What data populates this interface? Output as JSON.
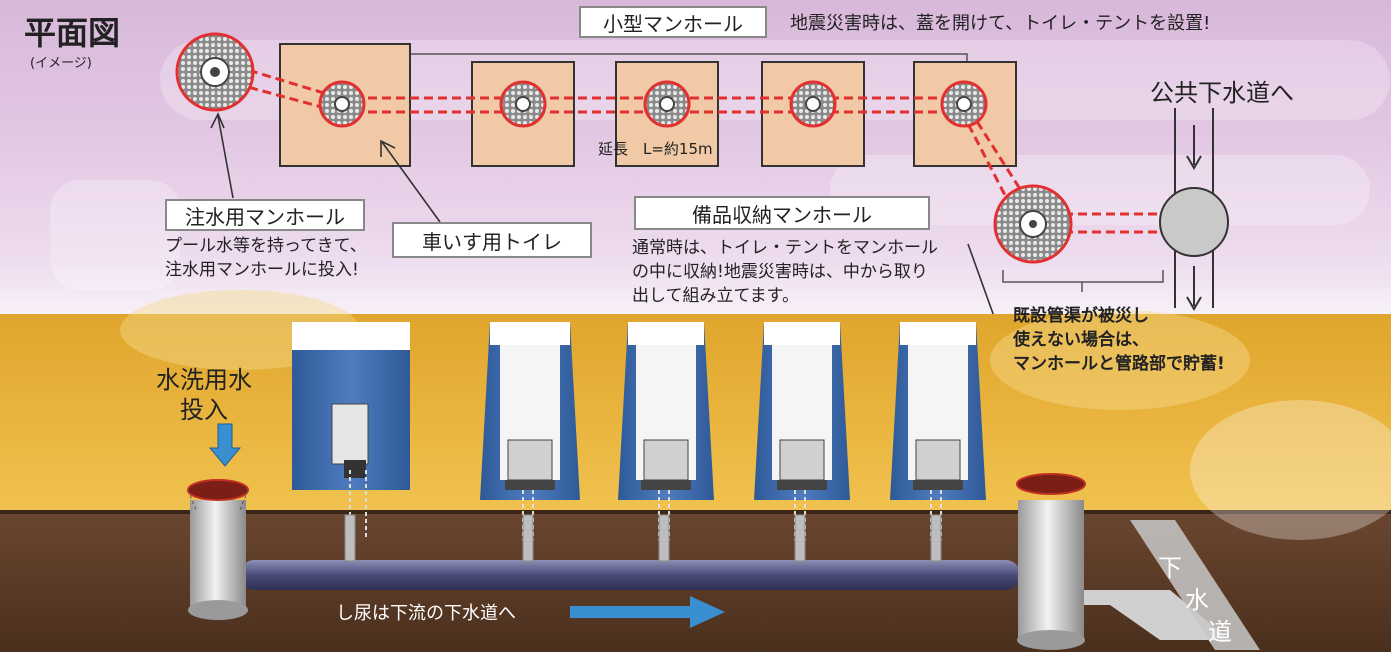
{
  "plan": {
    "title": "平面図",
    "subtitle": "(イメージ)",
    "small_manhole_label": "小型マンホール",
    "earthquake_note": "地震災害時は、蓋を開けて、トイレ・テントを設置!",
    "public_sewer_label": "公共下水道へ",
    "extension_label": "延長　L=約15m",
    "injection_manhole_label": "注水用マンホール",
    "injection_note_1": "プール水等を持ってきて、",
    "injection_note_2": "注水用マンホールに投入!",
    "wheelchair_toilet_label": "車いす用トイレ",
    "storage_manhole_label": "備品収納マンホール",
    "storage_note_1": "通常時は、トイレ・テントをマンホール",
    "storage_note_2": "の中に収納!地震災害時は、中から取り",
    "storage_note_3": "出して組み立てます。",
    "damage_note_1": "既設管渠が被災し",
    "damage_note_2": "使えない場合は、",
    "damage_note_3": "マンホールと管路部で貯蓄!"
  },
  "section": {
    "flush_water_label_1": "水洗用水",
    "flush_water_label_2": "投入",
    "flow_label": "し尿は下流の下水道へ",
    "sewer_label_1": "下",
    "sewer_label_2": "水",
    "sewer_label_3": "道"
  },
  "colors": {
    "pipe_dashed": "#e23030",
    "tile": "#f1c9a6",
    "ground_yellow": "#eab53b",
    "soil": "#5a3a26",
    "tent_blue": "#3f6aa6",
    "flow_arrow": "#3a8fd0"
  }
}
